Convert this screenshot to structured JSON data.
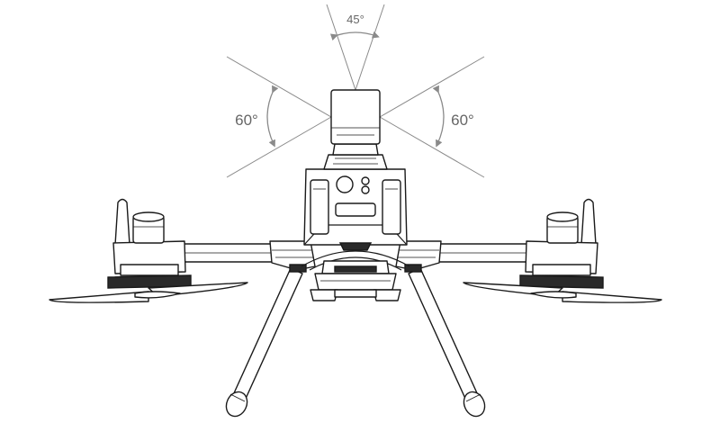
{
  "annotations": {
    "top_angle": "45°",
    "left_angle": "60°",
    "right_angle": "60°"
  },
  "colors": {
    "drone_outline": "#1a1a1a",
    "guide_lines": "#8a8a8a",
    "label_text": "#666666"
  }
}
